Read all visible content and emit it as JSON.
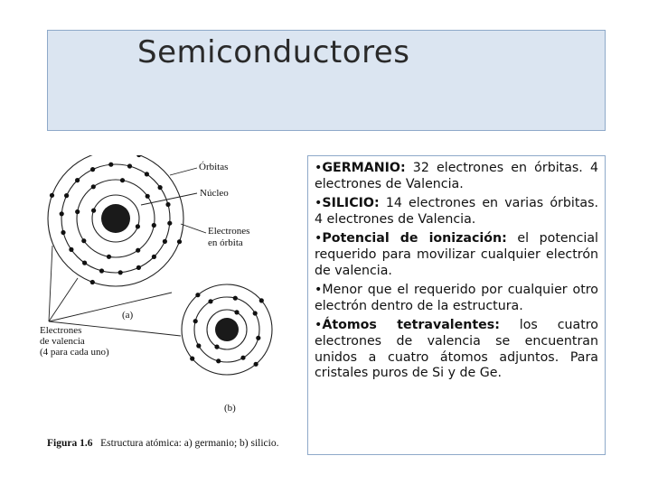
{
  "slide": {
    "title": "Semiconductores"
  },
  "figure": {
    "labels": {
      "orbitas": "Órbitas",
      "nucleo": "Núcleo",
      "electrones_orbita_1": "Electrones",
      "electrones_orbita_2": "en órbita",
      "a": "(a)",
      "valencia_1": "Electrones",
      "valencia_2": "de valencia",
      "valencia_3": "(4 para cada uno)",
      "b": "(b)"
    },
    "caption_label": "Figura 1.6",
    "caption_text": "Estructura atómica: a) germanio; b) silicio."
  },
  "bullets": [
    {
      "marker": "•",
      "term": "GERMANIO:",
      "text": " 32 electrones en órbitas. 4 electrones de Valencia."
    },
    {
      "marker": "•",
      "term": "SILICIO:",
      "text": " 14 electrones en varias órbitas. 4 electrones de Valencia."
    },
    {
      "marker": "•",
      "term": "Potencial de ionización:",
      "text": " el potencial requerido para movilizar cualquier electrón de valencia."
    },
    {
      "marker": "•",
      "term": "",
      "text": "Menor que el requerido por cualquier otro electrón dentro de la estructura."
    },
    {
      "marker": "•",
      "term": "Átomos tetravalentes:",
      "text": " los cuatro electrones de valencia se encuentran unidos a cuatro átomos adjuntos. Para cristales puros de Si y de Ge."
    }
  ]
}
